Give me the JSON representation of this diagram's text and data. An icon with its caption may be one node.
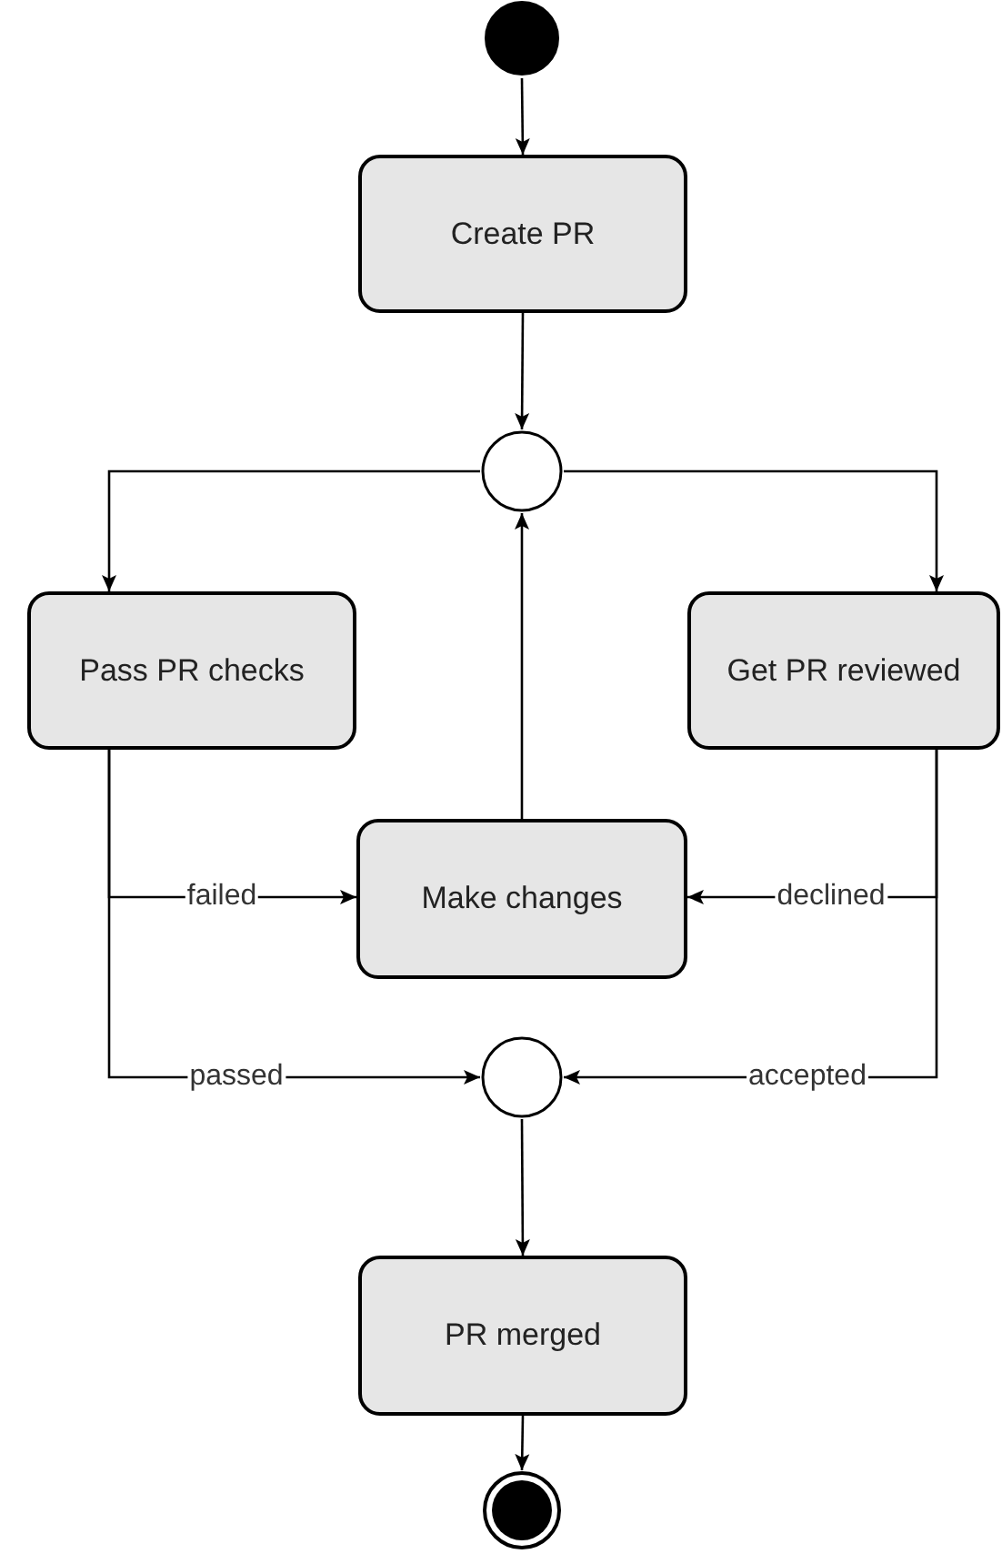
{
  "diagram": {
    "nodes": [
      {
        "text": [],
        "shape": "dot"
      },
      {
        "text": [
          "Create PR"
        ]
      },
      {
        "text": [],
        "shape": "circle"
      },
      {
        "text": [
          "Pass PR checks"
        ]
      },
      {
        "text": [
          "Get PR reviewed"
        ]
      },
      {
        "text": [
          "Make changes"
        ]
      },
      {
        "text": [],
        "shape": "circle"
      },
      {
        "text": [
          "PR merged"
        ]
      },
      {
        "text": [],
        "shape": "bullseye"
      }
    ],
    "edges": [
      {
        "from": 0,
        "to": 1,
        "arrow": "to"
      },
      {
        "from": 1,
        "to": 2,
        "arrow": "to"
      },
      {
        "from": 2,
        "to": 3,
        "arrow": "to"
      },
      {
        "from": 2,
        "to": 4,
        "arrow": "to"
      },
      {
        "from": 5,
        "to": 2,
        "arrow": "to"
      },
      {
        "from": 3,
        "to": 5,
        "arrow": "to",
        "label": "failed"
      },
      {
        "from": 4,
        "to": 5,
        "arrow": "to",
        "label": "declined"
      },
      {
        "from": 3,
        "to": 6,
        "arrow": "to",
        "label": "passed"
      },
      {
        "from": 4,
        "to": 6,
        "arrow": "to",
        "label": "accepted"
      },
      {
        "from": 6,
        "to": 7,
        "arrow": "to"
      },
      {
        "from": 7,
        "to": 8,
        "arrow": "to"
      }
    ]
  }
}
